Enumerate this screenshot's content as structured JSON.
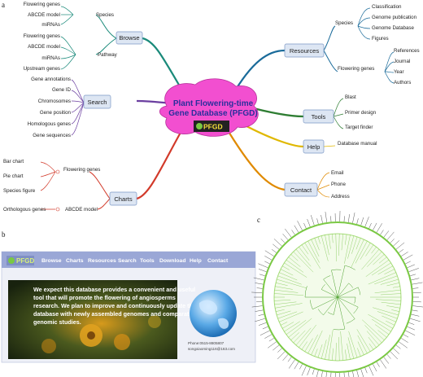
{
  "panel_letters": {
    "a": "a",
    "b": "b",
    "c": "c"
  },
  "center": {
    "line1": "Plant Flowering-time",
    "line2": "Gene Database (PFGD)",
    "logo": "PFGD"
  },
  "nodes": {
    "browse": "Browse",
    "search": "Search",
    "charts": "Charts",
    "resources": "Resources",
    "tools": "Tools",
    "help": "Help",
    "contact": "Contact"
  },
  "browse": {
    "species_label": "Species",
    "species_items": [
      "Flowering genes",
      "ABCDE model",
      "miRNAs"
    ],
    "pathway_label": "Pathway",
    "pathway_items": [
      "Flowering genes",
      "ABCDE model",
      "miRNAs",
      "Upstream genes"
    ]
  },
  "search": {
    "items": [
      "Gene annotations",
      "Gene ID",
      "Chromosomes",
      "Gene position",
      "Homologous genes",
      "Gene sequences"
    ]
  },
  "charts": {
    "flowering_label": "Flowering genes",
    "flowering_items": [
      "Bar chart",
      "Pie chart",
      "Species figure"
    ],
    "abcde_label": "ABCDE model",
    "abcde_items": [
      "Orthologous genes"
    ]
  },
  "resources": {
    "species_label": "Species",
    "species_items": [
      "Classification",
      "Genome publication",
      "Genome Database",
      "Figures"
    ],
    "flowering_label": "Flowering genes",
    "flowering_items": [
      "References",
      "Journal",
      "Year",
      "Authors"
    ]
  },
  "tools": {
    "items": [
      "Blast",
      "Primer design",
      "Target finder"
    ]
  },
  "help": {
    "items": [
      "Database manual"
    ]
  },
  "contact": {
    "items": [
      "Email",
      "Phone",
      "Address"
    ]
  },
  "website": {
    "logo": "PFGD",
    "nav": [
      "Browse",
      "Charts",
      "Resources",
      "Search",
      "Tools",
      "Download",
      "Help",
      "Contact"
    ],
    "banner_lines": [
      "We expect this database provides a convenient and useful",
      "tool that will promote the flowering of angiosperms",
      "research. We plan to improve and continuously update the",
      "database with newly assembled genomes and comparative",
      "genomic studies."
    ],
    "phone": "Phone:0515-8805807",
    "email": "songxiaoming116@163.com"
  },
  "colors": {
    "browse_branch": "#1a8a7a",
    "search_branch": "#6b3fa0",
    "charts_branch": "#d23a2a",
    "resources_branch": "#1a6b9a",
    "tools_branch": "#2e7d32",
    "help_branch": "#e0b800",
    "contact_branch": "#e08a00",
    "center_fill": "#f24fd0",
    "nav_bg": "#9aa7d6",
    "tree_green": "#7ac943"
  }
}
